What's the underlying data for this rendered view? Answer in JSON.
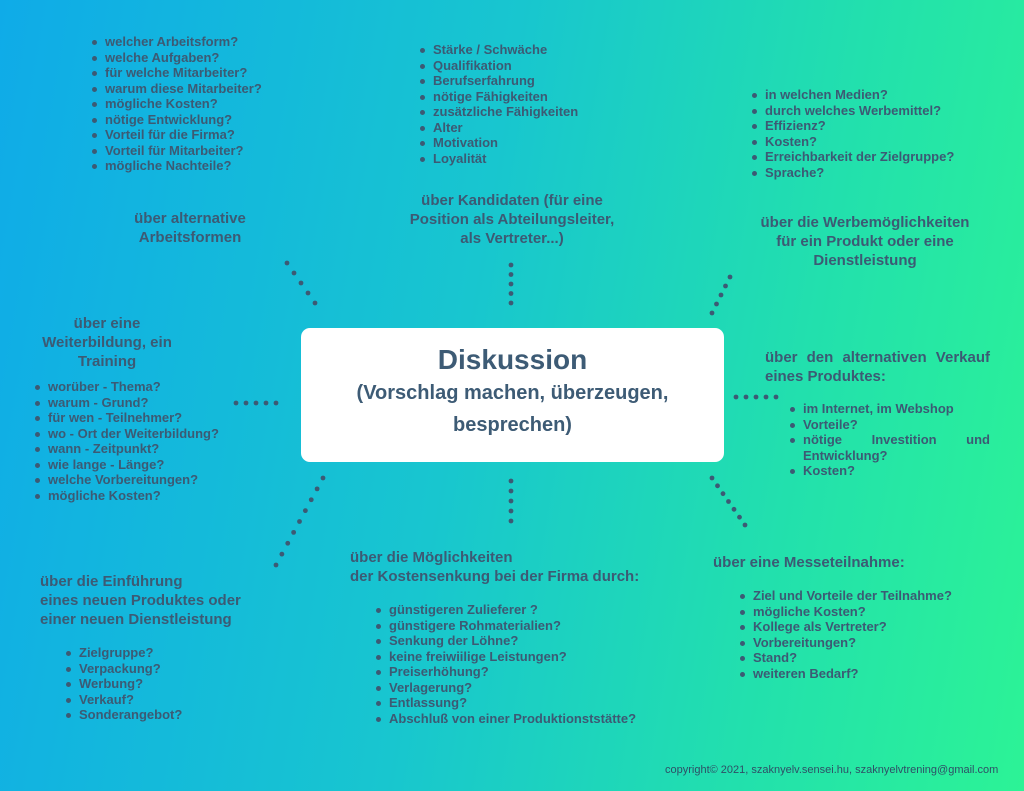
{
  "center": {
    "title": "Diskussion",
    "subtitle_1": "(Vorschlag machen, überzeugen,",
    "subtitle_2": "besprechen)"
  },
  "topics": {
    "arbeitsformen": {
      "title_1": "über alternative",
      "title_2": "Arbeitsformen",
      "items": [
        "welcher Arbeitsform?",
        "welche Aufgaben?",
        "für welche Mitarbeiter?",
        "warum diese Mitarbeiter?",
        "mögliche Kosten?",
        "nötige Entwicklung?",
        "Vorteil für die Firma?",
        "Vorteil für Mitarbeiter?",
        "mögliche Nachteile?"
      ]
    },
    "kandidaten": {
      "title_1": "über Kandidaten (für eine",
      "title_2": "Position als Abteilungsleiter,",
      "title_3": "als Vertreter...)",
      "items": [
        "Stärke / Schwäche",
        "Qualifikation",
        "Berufserfahrung",
        "nötige Fähigkeiten",
        "zusätzliche Fähigkeiten",
        "Alter",
        "Motivation",
        "Loyalität"
      ]
    },
    "werbung": {
      "title_1": "über die Werbemöglichkeiten",
      "title_2": "für ein Produkt oder eine",
      "title_3": "Dienstleistung",
      "items": [
        "in welchen Medien?",
        "durch welches Werbemittel?",
        "Effizienz?",
        "Kosten?",
        "Erreichbarkeit der Zielgruppe?",
        "Sprache?"
      ]
    },
    "weiterbildung": {
      "title_1": "über eine",
      "title_2": "Weiterbildung, ein",
      "title_3": "Training",
      "items": [
        "worüber - Thema?",
        "warum - Grund?",
        "für wen - Teilnehmer?",
        "wo - Ort der Weiterbildung?",
        "wann - Zeitpunkt?",
        "wie lange - Länge?",
        "welche Vorbereitungen?",
        "mögliche Kosten?"
      ]
    },
    "verkauf": {
      "title": "über den alternativen Verkauf eines Produktes:",
      "items": [
        "im Internet, im Webshop",
        "Vorteile?",
        "nötige Investition und Entwicklung?",
        "Kosten?"
      ]
    },
    "einfuehrung": {
      "title_1": "über die Einführung",
      "title_2": "eines neuen Produktes oder",
      "title_3": "einer neuen Dienstleistung",
      "items": [
        "Zielgruppe?",
        "Verpackung?",
        "Werbung?",
        "Verkauf?",
        "Sonderangebot?"
      ]
    },
    "kostensenkung": {
      "title_1": "über die Möglichkeiten",
      "title_2": "der Kostensenkung bei der Firma durch:",
      "items": [
        "günstigeren Zulieferer ?",
        "günstigere Rohmaterialien?",
        "Senkung der Löhne?",
        "keine freiwiilige Leistungen?",
        "Preiserhöhung?",
        "Verlagerung?",
        "Entlassung?",
        "Abschluß von einer Produktionststätte?"
      ]
    },
    "messe": {
      "title": "über eine Messeteilnahme:",
      "items": [
        "Ziel und Vorteile der Teilnahme?",
        "mögliche Kosten?",
        "Kollege als Vertreter?",
        "Vorbereitungen?",
        "Stand?",
        "weiteren Bedarf?"
      ]
    }
  },
  "copyright": "copyright© 2021, szaknyelv.sensei.hu, szaknyelvtrening@gmail.com",
  "colors": {
    "text": "#3c5a74",
    "gradient_left": "#0fabe8",
    "gradient_right": "#2cf396",
    "box": "#ffffff"
  }
}
